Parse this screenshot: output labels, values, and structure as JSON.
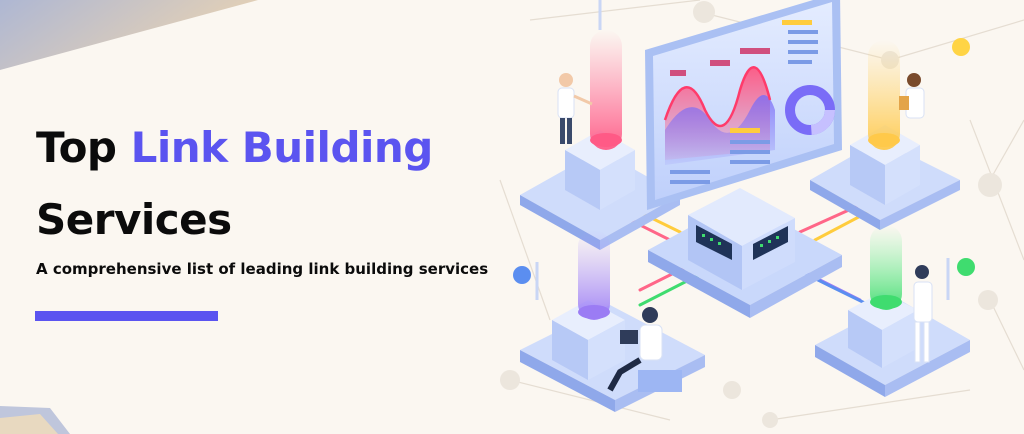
{
  "banner": {
    "title_part1": "Top",
    "title_highlight": "Link Building",
    "title_part2": "Services",
    "subtitle": "A comprehensive list of leading link building services"
  },
  "colors": {
    "accent": "#5b54f0",
    "background": "#fbf7f1",
    "text": "#0b0b0b"
  },
  "illustration": {
    "icon": "isometric-data-center-illustration"
  }
}
